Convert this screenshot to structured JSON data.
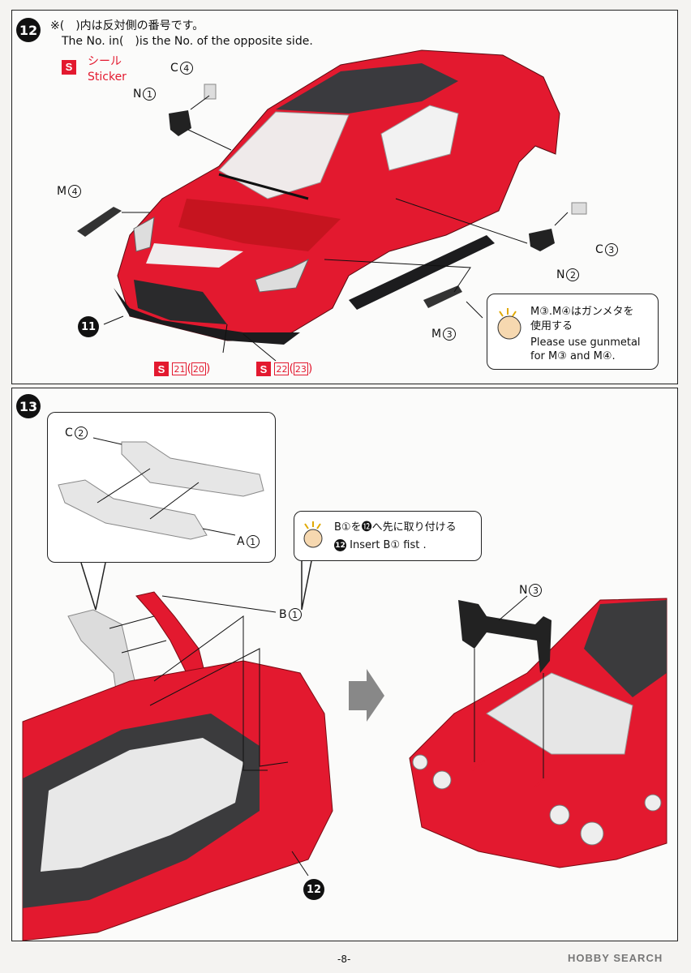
{
  "step12": {
    "badge": "12",
    "note_ja": "※(　)内は反対側の番号です。",
    "note_en": "The No. in(　)is the No. of the opposite side.",
    "sticker_mark": "S",
    "sticker_ja": "シール",
    "sticker_en": "Sticker",
    "parts": {
      "c4": {
        "letter": "C",
        "num": "4"
      },
      "n1": {
        "letter": "N",
        "num": "1"
      },
      "m4": {
        "letter": "M",
        "num": "4"
      },
      "c3": {
        "letter": "C",
        "num": "3"
      },
      "n2": {
        "letter": "N",
        "num": "2"
      },
      "m3": {
        "letter": "M",
        "num": "3"
      }
    },
    "ref_step": "11",
    "stickers": [
      {
        "mark": "S",
        "num": "21",
        "alt": "20"
      },
      {
        "mark": "S",
        "num": "22",
        "alt": "23"
      }
    ],
    "callout": {
      "line1": "M③.M④はガンメタを",
      "line2": "使用する",
      "line3": "Please use gunmetal",
      "line4": "for M③ and M④."
    }
  },
  "step13": {
    "badge": "13",
    "parts": {
      "c2": {
        "letter": "C",
        "num": "2"
      },
      "a1": {
        "letter": "A",
        "num": "1"
      },
      "b1": {
        "letter": "B",
        "num": "1"
      },
      "n3": {
        "letter": "N",
        "num": "3"
      }
    },
    "callout": {
      "line1": "B①を⓬へ先に取り付ける",
      "line2_pre": "Insert B① fist .",
      "line2_badge": "12"
    },
    "ref_step": "12"
  },
  "footer": {
    "page_number": "-8-",
    "watermark": "HOBBY SEARCH"
  },
  "colors": {
    "body_red": "#e3192f",
    "accent": "#e3192f"
  }
}
